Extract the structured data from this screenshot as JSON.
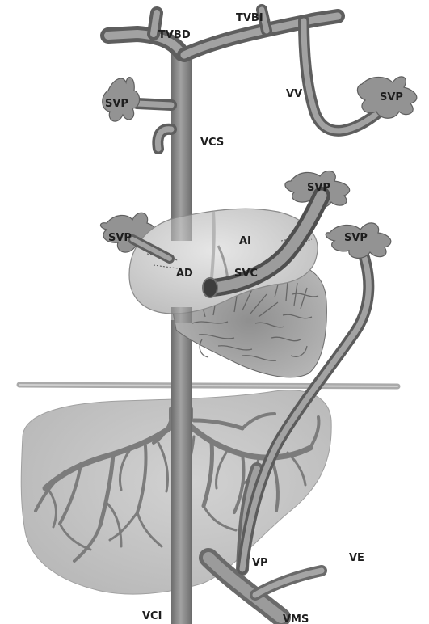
{
  "labels": {
    "tvbd": "TVBD",
    "tvbi": "TVBI",
    "vv": "VV",
    "svp_left_upper": "SVP",
    "svp_right_upper": "SVP",
    "vcs": "VCS",
    "svp_pulm_right_top": "SVP",
    "svp_pulm_left": "SVP",
    "svp_pulm_right": "SVP",
    "ai": "AI",
    "ad": "AD",
    "svc": "SVC",
    "vp": "VP",
    "ve": "VE",
    "vci": "VCI",
    "vms": "VMS"
  },
  "colors": {
    "vessel": "#8a8a8a",
    "vessel_dark": "#5a5a5a",
    "atrium_fill": "#d4d4d4",
    "ventricle_fill": "#a9a9a9",
    "liver_fill": "#c7c7c7",
    "diaphragm": "#b3b3b3",
    "label": "#1e1e1e"
  }
}
